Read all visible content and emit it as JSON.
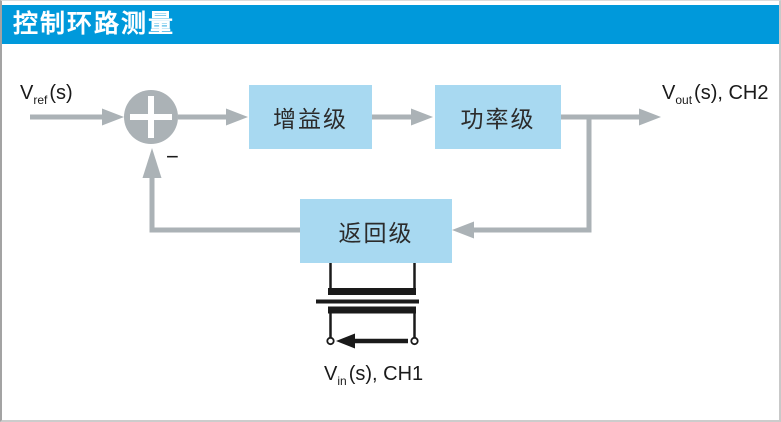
{
  "header": {
    "title": "控制环路测量"
  },
  "blocks": {
    "gain": "增益级",
    "power": "功率级",
    "feedback": "返回级"
  },
  "labels": {
    "vref": {
      "base": "V",
      "sub": "ref",
      "rest": "(s)"
    },
    "vout": {
      "base": "V",
      "sub": "out",
      "rest": "(s), CH2"
    },
    "vin": {
      "base": "V",
      "sub": "in",
      "rest": "(s), CH1"
    },
    "minus": "−"
  },
  "colors": {
    "header_bg": "#0099DB",
    "block_fill": "#A8D9F1",
    "connector_gray": "#ABB2B6",
    "ink_black": "#1A1A1A"
  }
}
